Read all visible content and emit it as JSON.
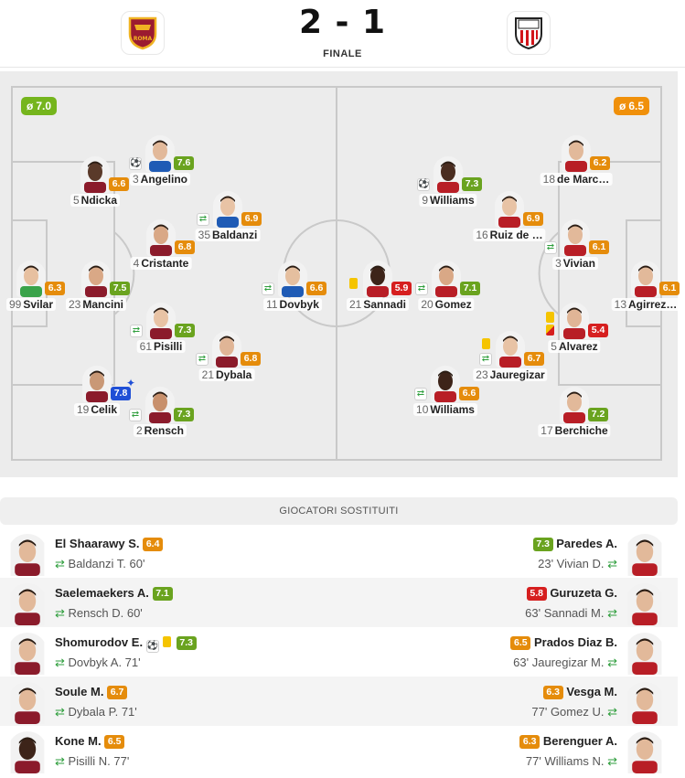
{
  "match": {
    "score": "2 - 1",
    "status": "FINALE",
    "home_crest_text": "ROMA",
    "home_avg": "7.0",
    "away_avg": "6.5"
  },
  "colors": {
    "green": "#6aa31f",
    "orange": "#e58c0b",
    "red": "#d61f1f",
    "blue": "#1f4fd6",
    "avg_home": "#75b51d",
    "avg_away": "#f0900a"
  },
  "home_players": [
    {
      "num": "5",
      "name": "Ndicka",
      "rating": "6.6",
      "grade": "orange"
    },
    {
      "num": "3",
      "name": "Angelino",
      "rating": "7.6",
      "grade": "green"
    },
    {
      "num": "35",
      "name": "Baldanzi",
      "rating": "6.9",
      "grade": "orange"
    },
    {
      "num": "4",
      "name": "Cristante",
      "rating": "6.8",
      "grade": "orange"
    },
    {
      "num": "99",
      "name": "Svilar",
      "rating": "6.3",
      "grade": "orange"
    },
    {
      "num": "23",
      "name": "Mancini",
      "rating": "7.5",
      "grade": "green"
    },
    {
      "num": "11",
      "name": "Dovbyk",
      "rating": "6.6",
      "grade": "orange"
    },
    {
      "num": "61",
      "name": "Pisilli",
      "rating": "7.3",
      "grade": "green"
    },
    {
      "num": "21",
      "name": "Dybala",
      "rating": "6.8",
      "grade": "orange"
    },
    {
      "num": "19",
      "name": "Celik",
      "rating": "7.8",
      "grade": "blue"
    },
    {
      "num": "2",
      "name": "Rensch",
      "rating": "7.3",
      "grade": "green"
    }
  ],
  "away_players": [
    {
      "num": "18",
      "name": "de Marc…",
      "rating": "6.2",
      "grade": "orange"
    },
    {
      "num": "9",
      "name": "Williams",
      "rating": "7.3",
      "grade": "green"
    },
    {
      "num": "16",
      "name": "Ruiz de …",
      "rating": "6.9",
      "grade": "orange"
    },
    {
      "num": "3",
      "name": "Vivian",
      "rating": "6.1",
      "grade": "orange"
    },
    {
      "num": "21",
      "name": "Sannadi",
      "rating": "5.9",
      "grade": "red"
    },
    {
      "num": "20",
      "name": "Gomez",
      "rating": "7.1",
      "grade": "green"
    },
    {
      "num": "13",
      "name": "Agirrez…",
      "rating": "6.1",
      "grade": "orange"
    },
    {
      "num": "5",
      "name": "Alvarez",
      "rating": "5.4",
      "grade": "red"
    },
    {
      "num": "23",
      "name": "Jauregizar",
      "rating": "6.7",
      "grade": "orange"
    },
    {
      "num": "10",
      "name": "Williams",
      "rating": "6.6",
      "grade": "orange"
    },
    {
      "num": "17",
      "name": "Berchiche",
      "rating": "7.2",
      "grade": "green"
    }
  ],
  "subs_title": "GIOCATORI SOSTITUITI",
  "subs": [
    {
      "home": {
        "name": "El Shaarawy S.",
        "rating": "6.4",
        "grade": "orange",
        "out": "Baldanzi T. 60'"
      },
      "away": {
        "name": "Paredes A.",
        "rating": "7.3",
        "grade": "green",
        "out": "23' Vivian D."
      }
    },
    {
      "home": {
        "name": "Saelemaekers A.",
        "rating": "7.1",
        "grade": "green",
        "out": "Rensch D. 60'"
      },
      "away": {
        "name": "Guruzeta G.",
        "rating": "5.8",
        "grade": "red",
        "out": "63' Sannadi M."
      }
    },
    {
      "home": {
        "name": "Shomurodov E.",
        "rating": "7.3",
        "grade": "green",
        "out": "Dovbyk A. 71'"
      },
      "away": {
        "name": "Prados Diaz B.",
        "rating": "6.5",
        "grade": "orange",
        "out": "63' Jauregizar M."
      }
    },
    {
      "home": {
        "name": "Soule M.",
        "rating": "6.7",
        "grade": "orange",
        "out": "Dybala P. 71'"
      },
      "away": {
        "name": "Vesga M.",
        "rating": "6.3",
        "grade": "orange",
        "out": "77' Gomez U."
      }
    },
    {
      "home": {
        "name": "Kone M.",
        "rating": "6.5",
        "grade": "orange",
        "out": "Pisilli N. 77'"
      },
      "away": {
        "name": "Berenguer A.",
        "rating": "6.3",
        "grade": "orange",
        "out": "77' Williams N."
      }
    }
  ]
}
